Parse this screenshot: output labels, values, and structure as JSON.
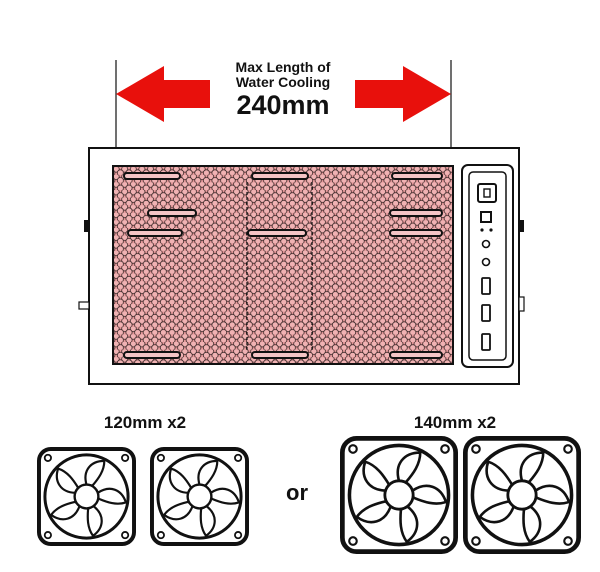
{
  "dimension_label": {
    "line1": "Max Length of",
    "line2": "Water Cooling",
    "value": "240mm"
  },
  "fan_options": {
    "small": {
      "label": "120mm x2",
      "count": 2
    },
    "separator": "or",
    "large": {
      "label": "140mm x2",
      "count": 2
    }
  },
  "colors": {
    "arrow": "#e8100c",
    "mesh_fill": "#e79a9c",
    "outline": "#111111"
  },
  "icons": {
    "case_panel": "case-top-panel-icon",
    "io_panel": "front-io-panel-icon",
    "fan": "fan-icon"
  }
}
